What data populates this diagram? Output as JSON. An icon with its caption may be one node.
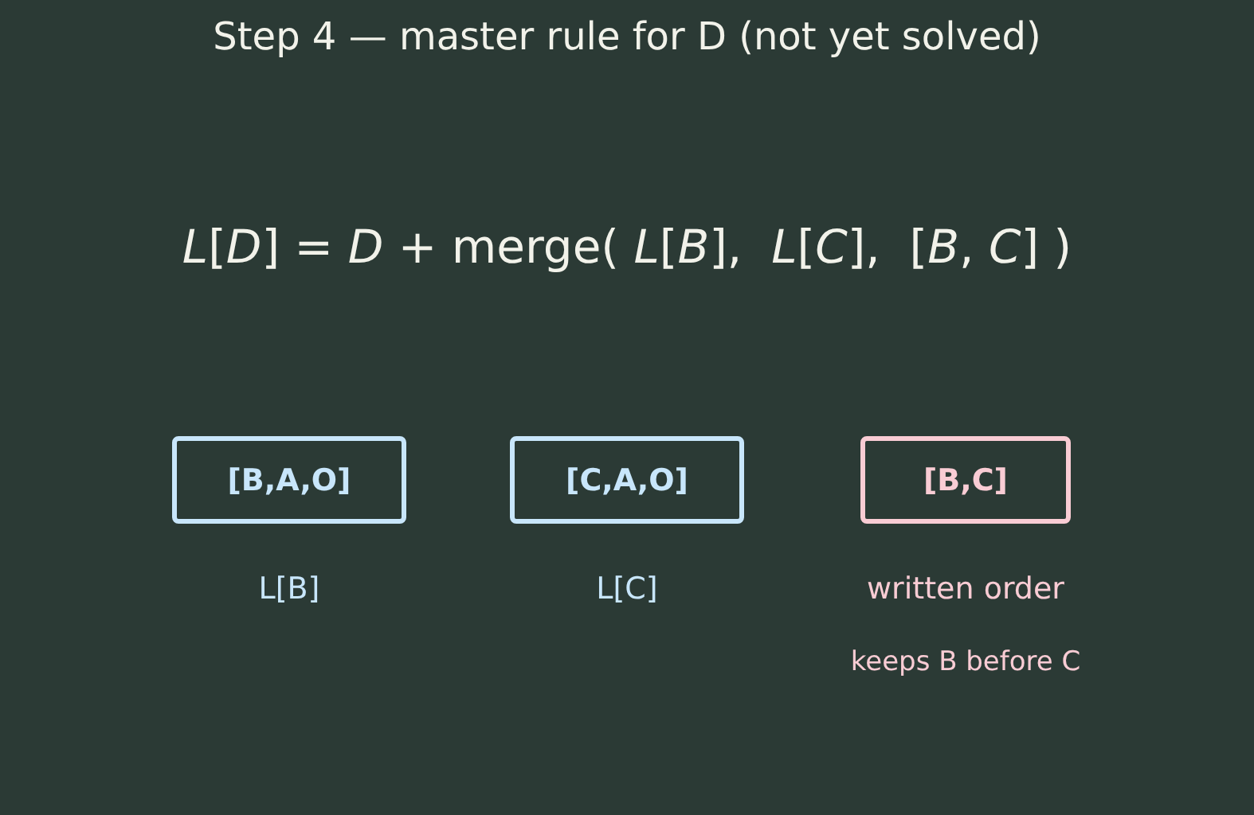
{
  "diagram": {
    "title": "Step 4 — master rule for D (not yet solved)",
    "nodes": [
      {
        "text": [
          "[B,A,O]"
        ],
        "beside": [
          "L[B]"
        ]
      },
      {
        "text": [
          "[C,A,O]"
        ],
        "beside": [
          "L[C]"
        ]
      },
      {
        "text": [
          "[B,C]"
        ],
        "beside": [
          "written order",
          "keeps B before C"
        ]
      }
    ],
    "labels": [
      "*L*[*D*] = *D* + merge( *L*[*B*],  *L*[*C*],  [*B*, *C*] )"
    ]
  }
}
